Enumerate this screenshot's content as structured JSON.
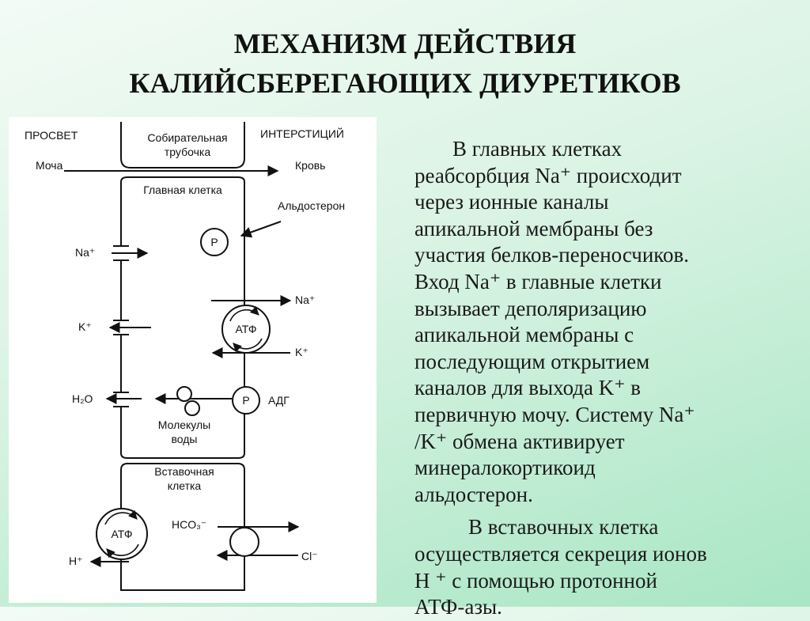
{
  "title": {
    "line1": "МЕХАНИЗМ ДЕЙСТВИЯ",
    "line2": "КАЛИЙСБЕРЕГАЮЩИХ ДИУРЕТИКОВ"
  },
  "diagram": {
    "lumen": "ПРОСВЕТ",
    "interstitium": "ИНТЕРСТИЦИЙ",
    "collecting_tubule_1": "Собирательная",
    "collecting_tubule_2": "трубочка",
    "urine": "Моча",
    "blood": "Кровь",
    "principal_cell": "Главная клетка",
    "aldosterone": "Альдостерон",
    "receptor": "Р",
    "na_left": "Na⁺",
    "na_right": "Na⁺",
    "k_left": "K⁺",
    "k_right": "K⁺",
    "atp_top": "АТФ",
    "h2o": "H₂O",
    "adh": "АДГ",
    "water_1": "Молекулы",
    "water_2": "воды",
    "intercalated_1": "Вставочная",
    "intercalated_2": "клетка",
    "atp_bottom": "АТФ",
    "hco3": "HCO₃⁻",
    "h_plus": "H⁺",
    "cl_minus": "Cl⁻"
  },
  "text": {
    "p1_lines": [
      "В главных клетках",
      "реабсорбция Na⁺  происходит",
      "через ионные каналы",
      "апикальной мембраны без",
      "участия белков-переносчиков.",
      "Вход Na⁺  в главные клетки",
      "вызывает деполяризацию",
      "апикальной мембраны с",
      "последующим  открытием",
      "каналов для выхода K⁺ в",
      "первичную мочу. Систему Na⁺",
      "/K⁺ обмена активирует",
      "минералокортикоид",
      "альдостерон."
    ],
    "p2_lines": [
      "В вставочных клетка",
      "осуществляется секреция ионов",
      "H ⁺ с  помощью протонной",
      "АТФ-азы."
    ]
  }
}
